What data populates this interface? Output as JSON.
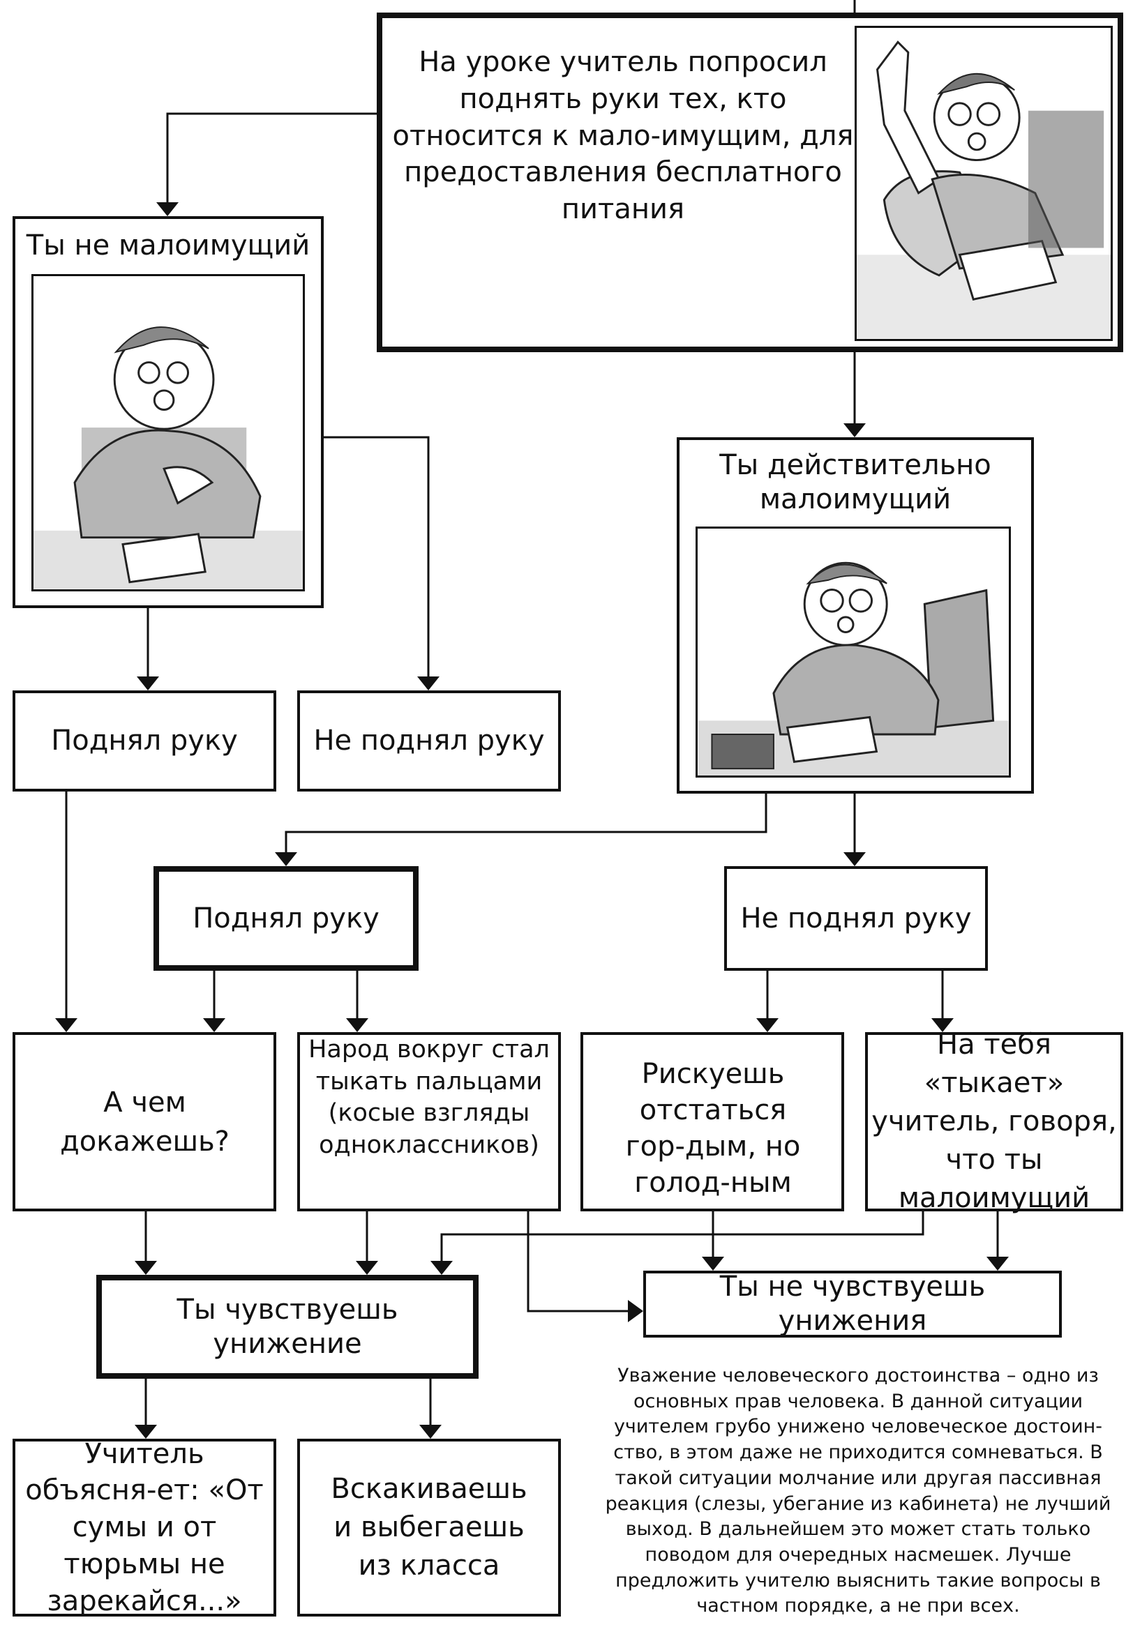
{
  "top_box": {
    "text": "На уроке учитель попросил поднять руки тех, кто относится к мало-имущим, для предоставления бесплатного питания"
  },
  "not_poor": {
    "title": "Ты не малоимущий",
    "raised": "Поднял руку",
    "not_raised": "Не поднял руку"
  },
  "poor": {
    "title": "Ты действительно малоимущий",
    "raised": "Поднял руку",
    "not_raised": "Не поднял руку"
  },
  "outcomes": {
    "prove": "А чем докажешь?",
    "pointing": "Народ вокруг стал тыкать пальцами (косые взгляды одноклассников)",
    "proud": "Рискуешь отстаться гор-дым, но голод-ным",
    "teacher_ty": "На тебя «тыкает» учитель, говоря, что ты малоимущий"
  },
  "feelings": {
    "humiliated": "Ты чувствуешь унижение",
    "not_humiliated": "Ты не чувствуешь унижения"
  },
  "reactions": {
    "teacher_explains": "Учитель объясня-ет: «От сумы и от тюрьмы не зарекайся...»",
    "run_away": "Вскакиваешь и выбегаешь из класса"
  },
  "note": "Уважение человеческого достоинства – одно из основных прав человека. В данной ситуации учителем грубо унижено человеческое достоин-ство, в этом даже не приходится сомневаться. В такой ситуации молчание или другая пассивная реакция (слезы, убегание из кабинета) не лучший выход. В дальнейшем это может стать только поводом для очередных насмешек. Лучше предложить учителю выяснить такие вопросы в частном порядке, а не при всех.",
  "illustrations": {
    "top": "student-raising-hand-illustration",
    "left": "student-hand-on-chest-illustration",
    "right": "worried-student-illustration"
  }
}
